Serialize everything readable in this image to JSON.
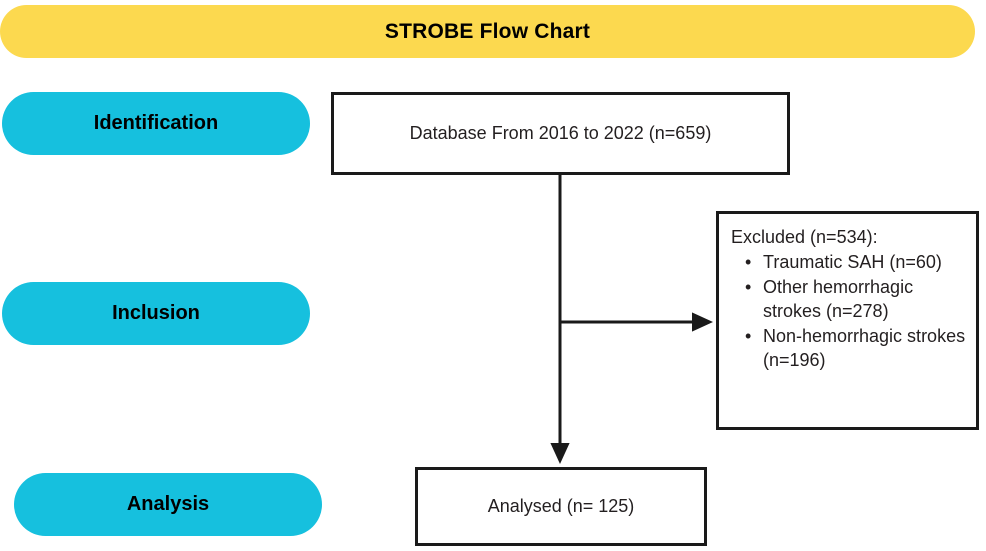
{
  "banner": {
    "title": "STROBE Flow Chart",
    "color": "#fcd94f"
  },
  "stages": {
    "color": "#16c0de",
    "items": [
      {
        "label": "Identification"
      },
      {
        "label": "Inclusion"
      },
      {
        "label": "Analysis"
      }
    ]
  },
  "boxes": {
    "database": {
      "text": "Database From 2016 to 2022 (n=659)"
    },
    "excluded": {
      "heading": "Excluded (n=534):",
      "items": [
        "Traumatic SAH (n=60)",
        "Other hemorrhagic strokes (n=278)",
        "Non-hemorrhagic strokes (n=196)"
      ],
      "bullet": "•"
    },
    "analysed": {
      "text": "Analysed (n= 125)"
    }
  },
  "connectors": {
    "stroke_color": "#1a1a1a",
    "down_arrow_name": "arrow-database-to-analysed",
    "right_arrow_name": "arrow-database-to-excluded"
  }
}
